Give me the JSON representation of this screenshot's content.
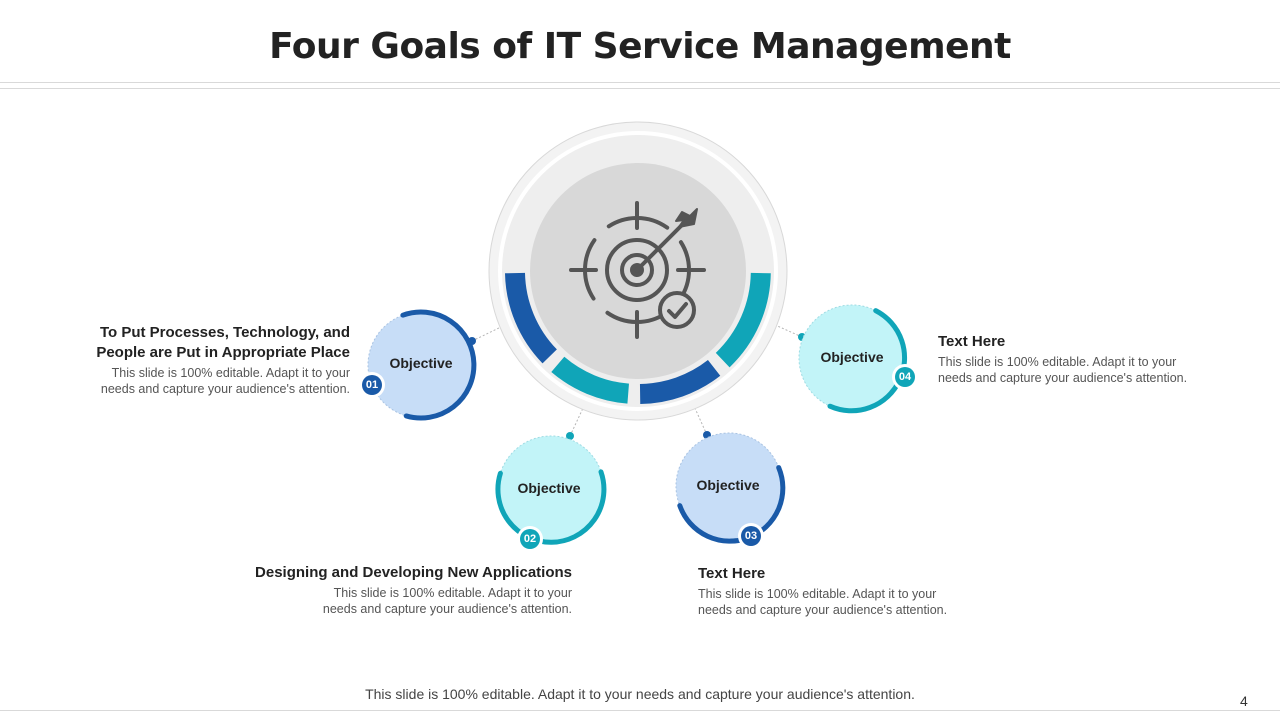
{
  "slide": {
    "title": "Four Goals of IT Service Management",
    "footer": "This slide is 100% editable. Adapt it to your needs and capture your audience's attention.",
    "page_number": "4"
  },
  "center": {
    "icon": "target-arrow-check-icon"
  },
  "goals": [
    {
      "number": "01",
      "label": "Objective",
      "heading_line1": "To Put Processes, Technology, and",
      "heading_line2": "People are Put in Appropriate Place",
      "body_line1": "This slide is 100% editable. Adapt it to your",
      "body_line2": "needs and capture your audience's attention."
    },
    {
      "number": "02",
      "label": "Objective",
      "heading_line1": "Designing and Developing New Applications",
      "body_line1": "This slide is 100% editable. Adapt it to your",
      "body_line2": "needs and capture your audience's attention."
    },
    {
      "number": "03",
      "label": "Objective",
      "heading_line1": "Text Here",
      "body_line1": "This slide is 100% editable. Adapt it to your",
      "body_line2": "needs and capture your audience's attention."
    },
    {
      "number": "04",
      "label": "Objective",
      "heading_line1": "Text Here",
      "body_line1": "This slide is 100% editable. Adapt it to your",
      "body_line2": "needs and capture your audience's attention."
    }
  ],
  "colors": {
    "dark_blue": "#1a5aa8",
    "teal": "#10a5b8",
    "light_blue": "#c7ddf7",
    "light_teal": "#c2f4f8"
  }
}
